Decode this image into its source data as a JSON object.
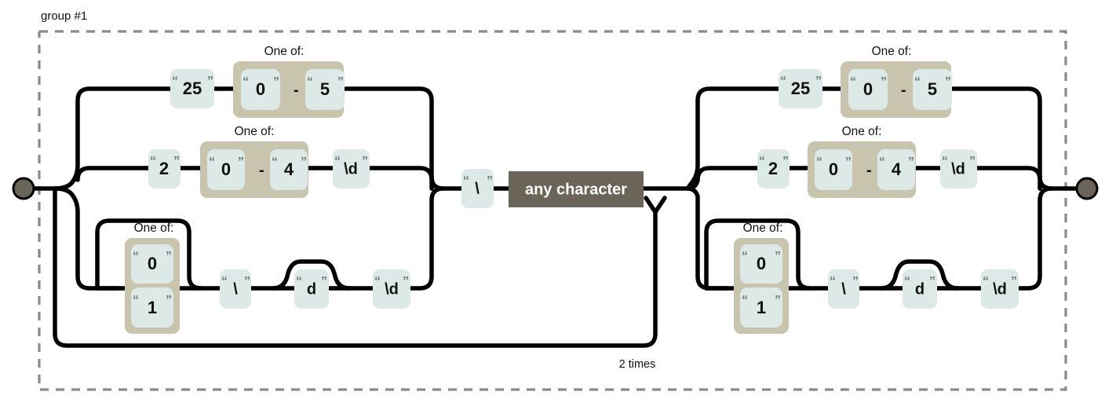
{
  "diagram": {
    "type": "regex-railroad",
    "group_label": "group #1",
    "start_node": "start-node",
    "end_node": "end-node",
    "loop_label": "2 times",
    "one_of_label": "One of:",
    "range_dash": "-",
    "any_character_label": "any character",
    "colors": {
      "literal_box": "#dce9e7",
      "group_box": "#c9c4ae",
      "any_character_box": "#6b6458",
      "rail": "#000000",
      "group_dashed_border": "#8d8a84",
      "node_fill": "#6b6458"
    },
    "halves": [
      {
        "id": "left",
        "branches": [
          {
            "id": "left-branch-25",
            "items": [
              {
                "kind": "literal",
                "text": "25"
              },
              {
                "kind": "one-of-range",
                "from": "0",
                "to": "5"
              }
            ]
          },
          {
            "id": "left-branch-2",
            "items": [
              {
                "kind": "literal",
                "text": "2"
              },
              {
                "kind": "one-of-range",
                "from": "0",
                "to": "4"
              },
              {
                "kind": "literal",
                "text": "\\d"
              }
            ]
          },
          {
            "id": "left-branch-01",
            "items": [
              {
                "kind": "one-of-stack",
                "options": [
                  "0",
                  "1"
                ],
                "optional": true
              },
              {
                "kind": "literal",
                "text": "\\"
              },
              {
                "kind": "literal",
                "text": "d",
                "optional": true
              },
              {
                "kind": "literal",
                "text": "\\d"
              }
            ]
          }
        ]
      },
      {
        "id": "right",
        "branches": [
          {
            "id": "right-branch-25",
            "items": [
              {
                "kind": "literal",
                "text": "25"
              },
              {
                "kind": "one-of-range",
                "from": "0",
                "to": "5"
              }
            ]
          },
          {
            "id": "right-branch-2",
            "items": [
              {
                "kind": "literal",
                "text": "2"
              },
              {
                "kind": "one-of-range",
                "from": "0",
                "to": "4"
              },
              {
                "kind": "literal",
                "text": "\\d"
              }
            ]
          },
          {
            "id": "right-branch-01",
            "items": [
              {
                "kind": "one-of-stack",
                "options": [
                  "0",
                  "1"
                ],
                "optional": true
              },
              {
                "kind": "literal",
                "text": "\\"
              },
              {
                "kind": "literal",
                "text": "d",
                "optional": true
              },
              {
                "kind": "literal",
                "text": "\\d"
              }
            ]
          }
        ]
      }
    ],
    "middle": [
      {
        "kind": "literal",
        "text": "\\"
      },
      {
        "kind": "any-character",
        "text": "any character"
      }
    ],
    "labels": {
      "l_25": "25",
      "l_2": "2",
      "l_0": "0",
      "l_1": "1",
      "l_4": "4",
      "l_5": "5",
      "l_bs": "\\",
      "l_d": "d",
      "l_bsd": "\\d"
    }
  }
}
